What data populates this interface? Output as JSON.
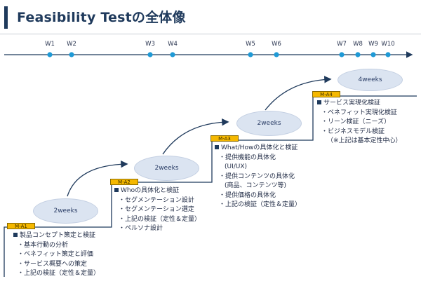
{
  "title": "Feasibility Testの全体像",
  "timeline": {
    "weeks": [
      "W1",
      "W2",
      "W3",
      "W4",
      "W5",
      "W6",
      "W7",
      "W8",
      "W9",
      "W10"
    ]
  },
  "phases": [
    {
      "milestone": "M-A1",
      "duration": "2weeks",
      "heading": "製品コンセプト策定と検証",
      "items": [
        "・基本行動の分析",
        "・ベネフィット策定と評価",
        "・サービス概要への策定",
        "・上記の検証（定性＆定量）"
      ]
    },
    {
      "milestone": "M-A2",
      "duration": "2weeks",
      "heading": "Whoの具体化と検証",
      "items": [
        "・セグメンテーション設計",
        "・セグメンテーション選定",
        "・上記の検証（定性＆定量）",
        "・ペルソナ設計"
      ]
    },
    {
      "milestone": "M-A3",
      "duration": "2weeks",
      "heading": "What/Howの具体化と検証",
      "items": [
        "・提供機能の具体化",
        "(UI/UX)",
        "・提供コンテンツの具体化",
        "(商品、コンテンツ等)",
        "・提供価格の具体化",
        "・上記の検証（定性＆定量）"
      ]
    },
    {
      "milestone": "M-A4",
      "duration": "4weeks",
      "heading": "サービス実現化検証",
      "items": [
        "・ベネフィット実現化検証",
        "・リーン検証（ニーズ）",
        "・ビジネスモデル検証",
        "（※上記は基本定性中心）"
      ]
    }
  ],
  "colors": {
    "title": "#1f3a5c",
    "timeline_dot": "#1f9ad6",
    "milestone": "#f5b800",
    "ellipse": "#dbe4f1",
    "step_line": "#1f3a5c"
  }
}
